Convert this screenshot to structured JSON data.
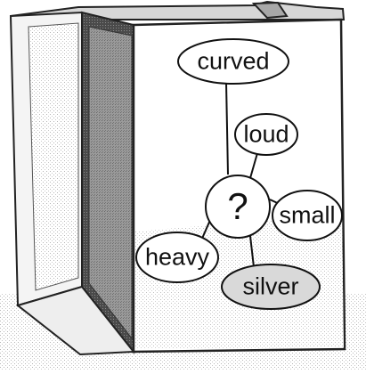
{
  "diagram": {
    "center": "?",
    "words": [
      "curved",
      "loud",
      "small",
      "silver",
      "heavy"
    ]
  }
}
